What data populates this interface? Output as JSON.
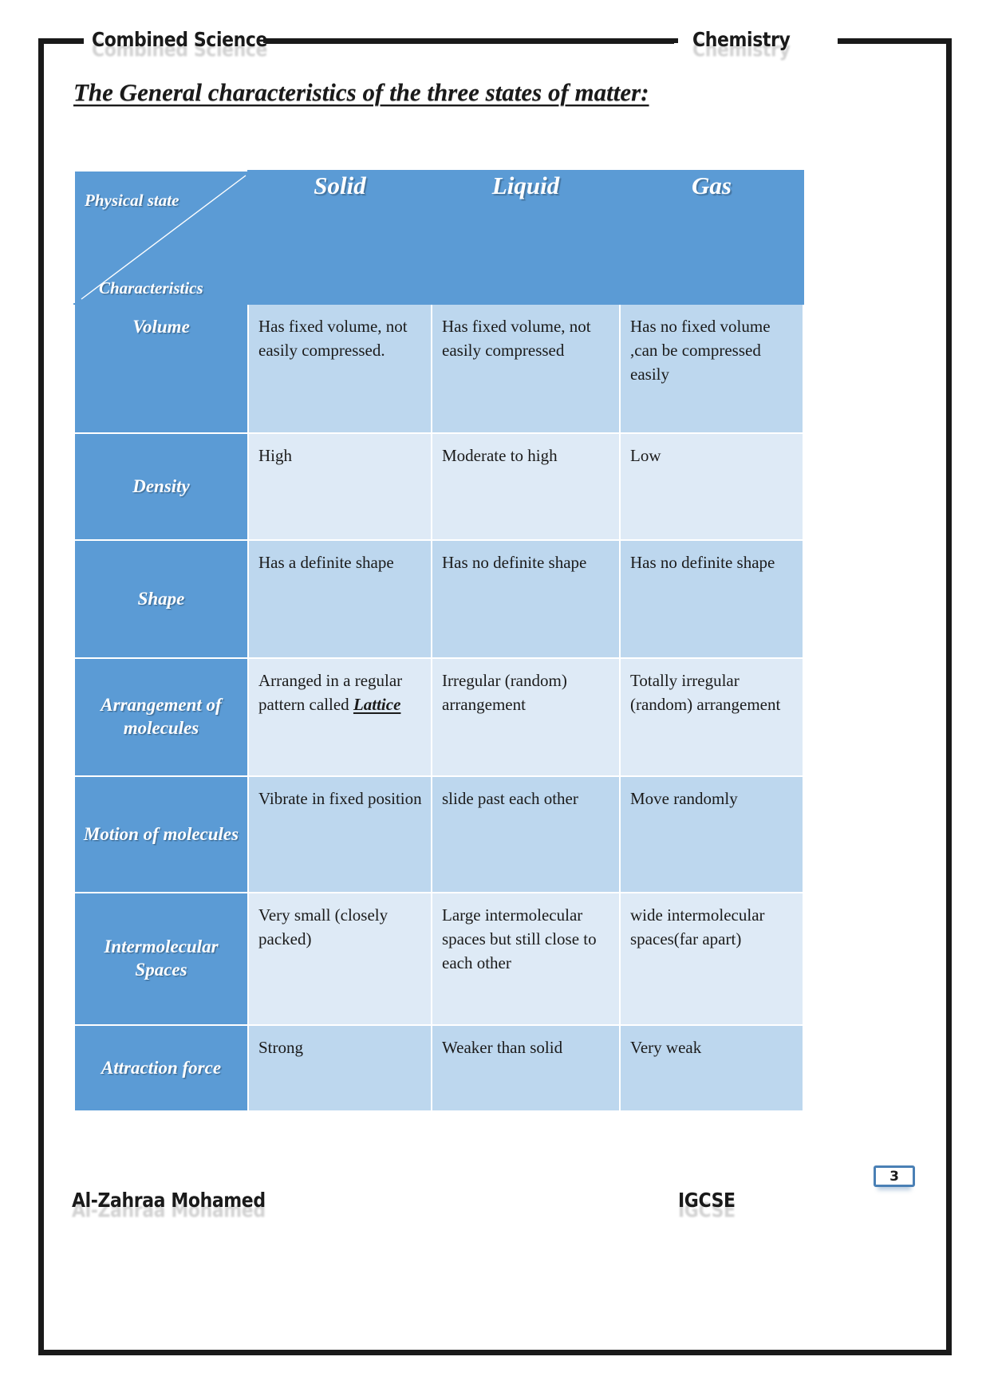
{
  "header": {
    "left": "Combined Science",
    "right": "Chemistry"
  },
  "title": "The General characteristics of the three states of matter:",
  "table": {
    "corner": {
      "top_label": "Physical state",
      "bottom_label": "Characteristics"
    },
    "state_columns": [
      "Solid",
      "Liquid",
      "Gas"
    ],
    "rows": [
      {
        "label": "Volume",
        "solid": "Has fixed volume, not easily compressed.",
        "liquid": "Has fixed volume, not easily compressed",
        "gas": "Has no fixed volume ,can be compressed easily"
      },
      {
        "label": "Density",
        "solid": "High",
        "liquid": "Moderate to high",
        "gas": "Low"
      },
      {
        "label": "Shape",
        "solid": "Has a definite shape",
        "liquid": "Has no definite shape",
        "gas": "Has no definite shape"
      },
      {
        "label": "Arrangement of molecules",
        "solid_prefix": "Arranged in a regular pattern called ",
        "solid_emphasis": "Lattice",
        "liquid": "Irregular (random) arrangement",
        "gas": "Totally irregular (random) arrangement"
      },
      {
        "label": "Motion of molecules",
        "solid": "Vibrate in fixed position",
        "liquid": "slide past each other",
        "gas": "Move randomly"
      },
      {
        "label": "Intermolecular Spaces",
        "solid": "Very small (closely packed)",
        "liquid": "Large intermolecular spaces but still close to each other",
        "gas": "wide intermolecular spaces(far apart)"
      },
      {
        "label": "Attraction force",
        "solid": "Strong",
        "liquid": "Weaker than solid",
        "gas": "Very weak"
      }
    ]
  },
  "page_number": "3",
  "footer": {
    "left": "Al-Zahraa Mohamed",
    "right": "IGCSE"
  },
  "colors": {
    "header_blue": "#5B9BD5",
    "row_shade_dark": "#BDD7EE",
    "row_shade_light": "#DEEAF6",
    "frame_black": "#1a1a1a",
    "badge_border": "#4a80b5"
  }
}
